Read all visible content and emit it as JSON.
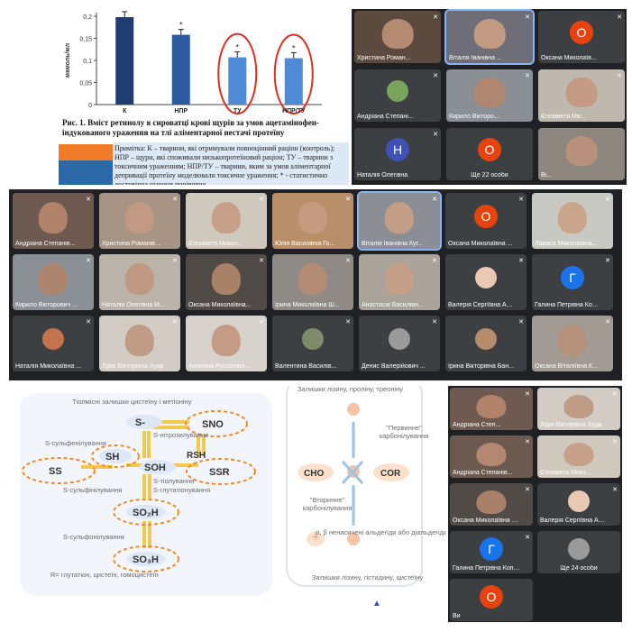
{
  "panel1": {
    "chart_data": {
      "type": "bar",
      "categories": [
        "К",
        "НПР",
        "ТУ",
        "НПР/ТУ"
      ],
      "values": [
        0.198,
        0.158,
        0.107,
        0.105
      ],
      "significance": [
        "",
        "*",
        "*",
        "*"
      ],
      "ylabel": "мкмоль/мл",
      "ylim": [
        0,
        0.2
      ],
      "yticks": [
        "0",
        "0,05",
        "0,1",
        "0,15",
        "0,2"
      ],
      "colors": [
        "#1f3d73",
        "#2c5aa0",
        "#4f8ad6",
        "#4f8ad6"
      ],
      "highlight_color": "#d93025"
    },
    "caption": "Рис. 1. Вміст ретинолу в сироватці крові щурів за умов ацетамінофен-індукованого ураження на тлі аліментарної нестачі протеїну",
    "note": "Примітка: К – тварини, які отримували повноцінний раціон (контроль); НПР – щури, які споживали низькопротеїновий раціон; ТУ – тварини з токсичним ураженням; НПР/ТУ – тварини, яким за умов аліментарної депривації протеїну моделювали токсичне ураження; * - статистично достовірна різниця порівняно",
    "participants": [
      {
        "name": "Христина Роман...",
        "muted": true,
        "face": "#b58a73",
        "bg": "#5d4a3e"
      },
      {
        "name": "Віталія Іванівна ...",
        "muted": true,
        "face": "#c29a82",
        "bg": "#6e6e78",
        "selected": true
      },
      {
        "name": "Оксана Миколаїв...",
        "muted": true,
        "initial": "О",
        "color": "#e8430f"
      },
      {
        "name": "Андріана Степані...",
        "muted": true,
        "photo": "#7aa35c"
      },
      {
        "name": "Кирило Вікторо...",
        "muted": true,
        "face": "#b08670",
        "bg": "#8a8f96"
      },
      {
        "name": "Єлізавета Ми...",
        "muted": true,
        "face": "#c49a84",
        "bg": "#bfb8ae"
      },
      {
        "name": "Наталія Олегівна",
        "muted": true,
        "initial": "Н",
        "color": "#3f51b5"
      },
      {
        "label": "Ще 22 особи",
        "initial": "О",
        "color": "#e8430f"
      },
      {
        "name": "Ві...",
        "muted": false,
        "face": "#b8917c",
        "bg": "#8d8780"
      }
    ]
  },
  "panel2": {
    "participants": [
      {
        "name": "Андріана Степанів...",
        "muted": true,
        "face": "#b1836b",
        "bg": "#6f5a52"
      },
      {
        "name": "Христина Романів...",
        "muted": true,
        "face": "#c29a84",
        "bg": "#a89484"
      },
      {
        "name": "Єлізавета Микол...",
        "muted": true,
        "face": "#c7a08a",
        "bg": "#cfc8bc"
      },
      {
        "name": "Юлія Василівна Го...",
        "muted": true,
        "face": "#c59a7f",
        "bg": "#b98f6a"
      },
      {
        "name": "Віталія Іванівна Куг...",
        "muted": true,
        "face": "#c39d86",
        "bg": "#8c8e96",
        "selected": true
      },
      {
        "name": "Оксана Миколаївна ...",
        "muted": true,
        "initial": "О",
        "color": "#e8430f"
      },
      {
        "name": "Лариса Миколаївна...",
        "muted": true,
        "face": "#caa58b",
        "bg": "#c8c9c2"
      },
      {
        "name": "Кирило Вікторович ...",
        "muted": true,
        "face": "#ad856f",
        "bg": "#8b9097"
      },
      {
        "name": "Наталія Олегівна М...",
        "muted": true,
        "face": "#c09983",
        "bg": "#b9b3aa"
      },
      {
        "name": "Оксана Миколаївна...",
        "muted": true,
        "face": "#a98068",
        "bg": "#514b47"
      },
      {
        "name": "Ірина Миколаївна Ш...",
        "muted": true,
        "face": "#b48b75",
        "bg": "#8f8a85"
      },
      {
        "name": "Анастасія Василівн...",
        "muted": true,
        "face": "#c5a089",
        "bg": "#a9a39a"
      },
      {
        "name": "Валерія Сергіївна Ад...",
        "muted": true,
        "photo": "#e9c9b4"
      },
      {
        "name": "Галина Петрівна Коп...",
        "muted": true,
        "initial": "Г",
        "color": "#1a73e8"
      },
      {
        "name": "Наталія Миколаївна ...",
        "muted": true,
        "photo": "#c4734e"
      },
      {
        "name": "Лідія Вікторівна Худа",
        "muted": true,
        "face": "#c09b86",
        "bg": "#d2ccc4"
      },
      {
        "name": "Ангеліна Русланівн...",
        "muted": true,
        "face": "#c49c86",
        "bg": "#d7d3cc"
      },
      {
        "name": "Валентина Василів...",
        "muted": true,
        "photo": "#7f8c6a"
      },
      {
        "name": "Денис Валерійович ...",
        "muted": true,
        "photo": "#9a9a9a"
      },
      {
        "name": "Ірина Вікторівна Бан...",
        "muted": true,
        "photo": "#b58d6c"
      },
      {
        "name": "Оксана Віталіївна К...",
        "muted": true,
        "face": "#b6917b",
        "bg": "#a19b93"
      }
    ]
  },
  "panel3": {
    "diagram": {
      "title_left": "Тіолмісні залишки цистеїну і метіоніну",
      "title_right": "Залишки лізину, проліну, треоніну",
      "nodes": [
        "S-",
        "SNO",
        "SH",
        "SOH",
        "RSH",
        "SSR",
        "SS",
        "SO₂H",
        "SO₃H"
      ],
      "labels": [
        "S-нітрозилування",
        "S-сульфенілування",
        "S-глутатіонування",
        "S-тіолування",
        "S-сульфінілування",
        "S-сульфонілування"
      ],
      "footnote": "R= глутатіон, цистеїн, гомоцистеїн",
      "carbonyl": {
        "cho": "CHO",
        "cor": "COR",
        "primary": "\"Первинне\" карбонілування",
        "secondary": "\"Вторинне\" карбонілування",
        "aldehydes": "α, β ненасичені альдегіди або діальдегіди",
        "bottom": "Залишки лізину, гістидину, цистеїну"
      }
    },
    "participants": [
      {
        "name": "Андріана Степ...",
        "muted": true,
        "face": "#b1836b",
        "bg": "#6f5a52"
      },
      {
        "name": "Лідія Вікторівна Худа",
        "muted": true,
        "face": "#c09b86",
        "bg": "#d2ccc4"
      },
      {
        "name": "Андріана Степанів...",
        "muted": true,
        "face": "#b48770",
        "bg": "#6c5a50"
      },
      {
        "name": "Єлізавета Мико...",
        "muted": true,
        "face": "#c7a08a",
        "bg": "#cfc8bc"
      },
      {
        "name": "Оксана Миколаївна Вол...",
        "muted": true,
        "face": "#a98068",
        "bg": "#514b47"
      },
      {
        "name": "Валерія Сергіївна Адам...",
        "muted": true,
        "photo": "#e9c9b4"
      },
      {
        "name": "Галина Петрівна Копильч...",
        "muted": true,
        "initial": "Г",
        "color": "#1a73e8"
      },
      {
        "label": "Ще 24 особи",
        "photo": "#9a9a9a"
      },
      {
        "name": "Ви",
        "muted": false,
        "initial": "О",
        "color": "#e8430f"
      }
    ]
  }
}
